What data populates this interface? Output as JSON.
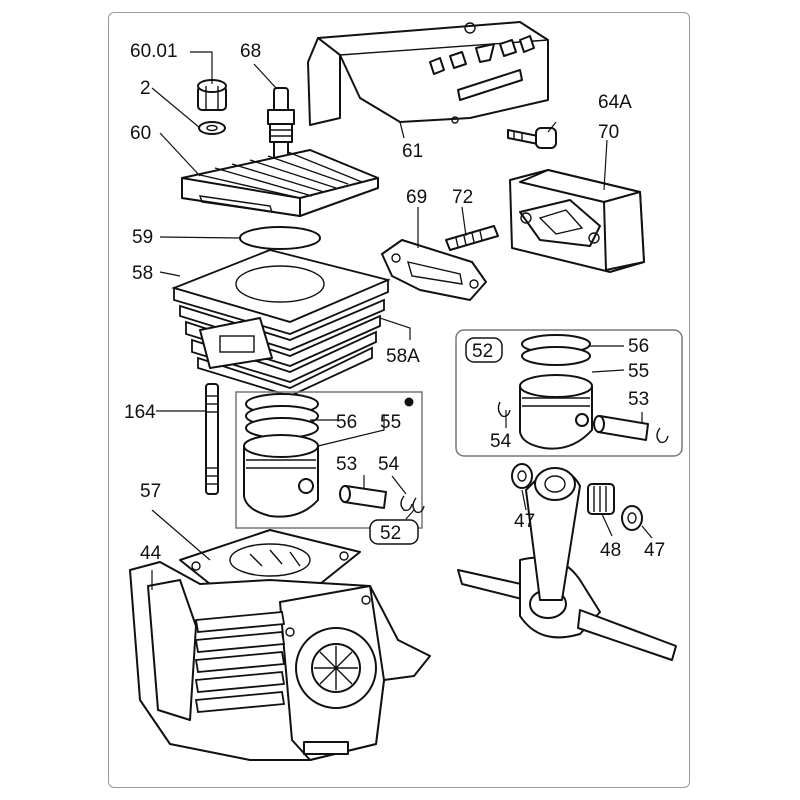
{
  "diagram": {
    "labels": {
      "p60_01": "60.01",
      "p68": "68",
      "p2": "2",
      "p60": "60",
      "p61": "61",
      "p64a": "64A",
      "p70": "70",
      "p69": "69",
      "p72": "72",
      "p59": "59",
      "p58": "58",
      "p58a": "58A",
      "p52_upper": "52",
      "p56_upper": "56",
      "p55_upper": "55",
      "p53_upper": "53",
      "p54_upper": "54",
      "p164": "164",
      "p56_lower": "56",
      "p55_lower": "55",
      "p53_lower": "53",
      "p54_lower": "54",
      "p52_lower": "52",
      "p57": "57",
      "p44": "44",
      "p47_left": "47",
      "p48": "48",
      "p47_right": "47"
    }
  }
}
